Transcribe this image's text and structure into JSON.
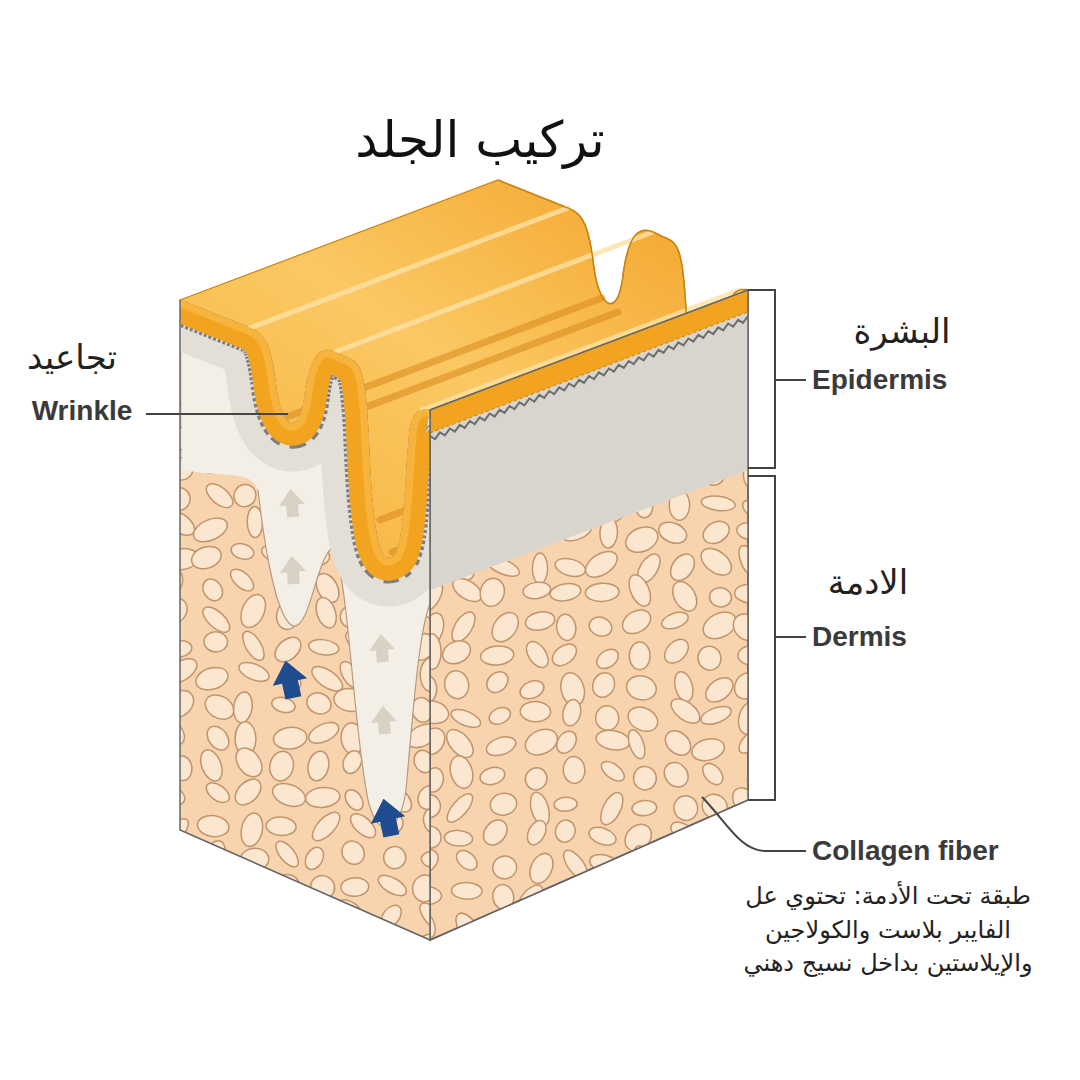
{
  "diagram": {
    "title": "تركيب الجلد",
    "labels": [
      "تجاعيد",
      "Wrinkle",
      "البشرة",
      "Epidermis",
      "الادمة",
      "Dermis",
      "Collagen fiber",
      "طبقة تحت الأدمة: تحتوي عل الفايبر بلاست والكولاجين والإيلاستين بداخل نسيج دهني"
    ]
  }
}
